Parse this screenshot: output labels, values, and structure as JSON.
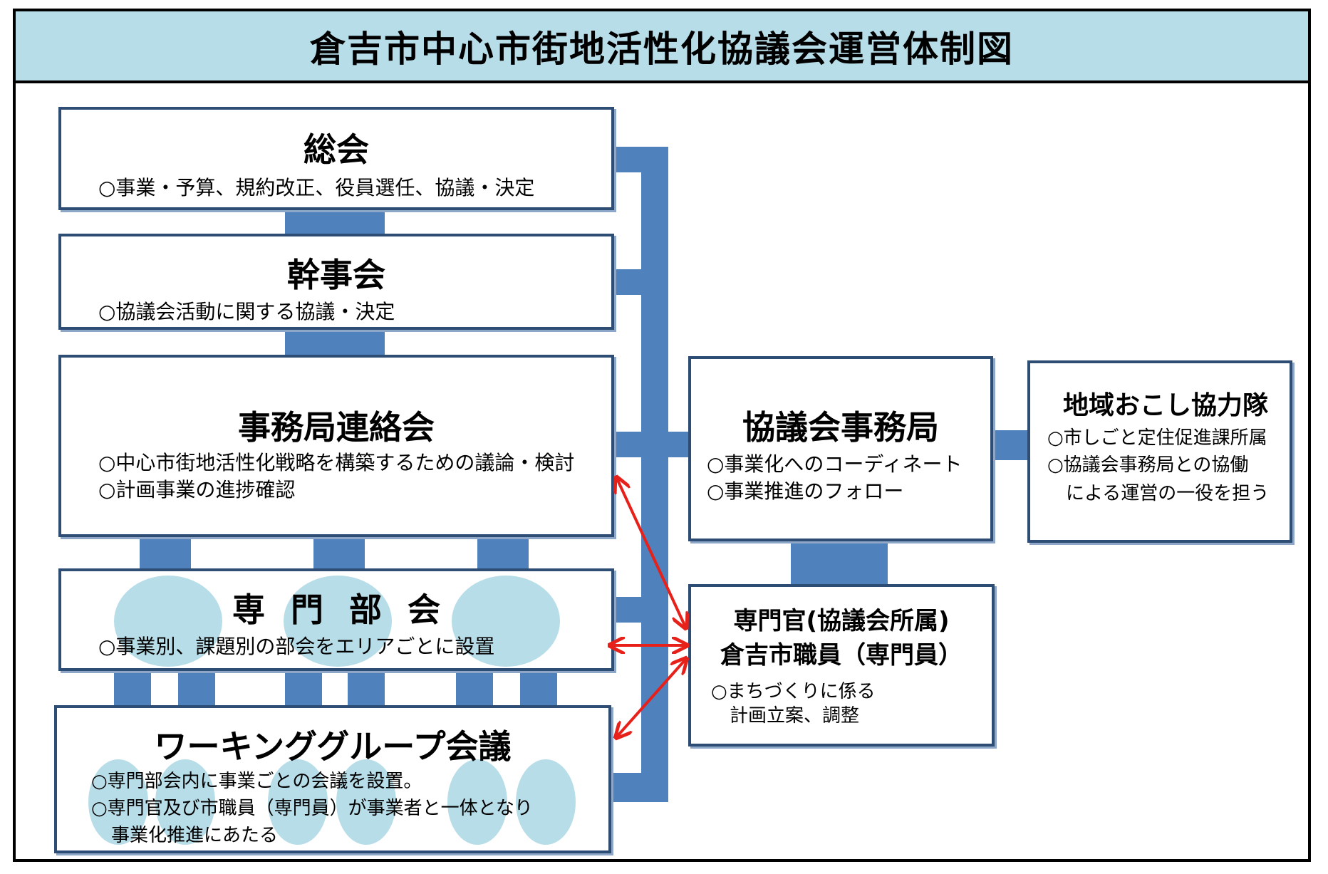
{
  "header": {
    "title": "倉吉市中心市街地活性化協議会運営体制図"
  },
  "general_assembly": {
    "title": "総会",
    "items": [
      "○事業・予算、規約改正、役員選任、協議・決定"
    ]
  },
  "executive_committee": {
    "title": "幹事会",
    "items": [
      "○協議会活動に関する協議・決定"
    ]
  },
  "liaison_meeting": {
    "title": "事務局連絡会",
    "items": [
      "○中心市街地活性化戦略を構築するための議論・検討",
      "○計画事業の進捗確認"
    ]
  },
  "subcommittee": {
    "title": "専 門 部 会",
    "items": [
      "○事業別、課題別の部会をエリアごとに設置"
    ]
  },
  "working_group": {
    "title": "ワーキンググループ会議",
    "items": [
      "○専門部会内に事業ごとの会議を設置。",
      "○専門官及び市職員（専門員）が事業者と一体となり",
      "事業化推進にあたる"
    ]
  },
  "secretariat": {
    "title": "協議会事務局",
    "items": [
      "○事業化へのコーディネート",
      "○事業推進のフォロー"
    ]
  },
  "cooperation_corps": {
    "title": "地域おこし協力隊",
    "items": [
      "○市しごと定住促進課所属",
      "○協議会事務局との協働",
      "による運営の一役を担う"
    ]
  },
  "specialist": {
    "title_line1": "専門官(協議会所属)",
    "title_line2": "倉吉市職員（専門員）",
    "items": [
      "○まちづくりに係る",
      "計画立案、調整"
    ]
  },
  "colors": {
    "connector": "#4f81bd",
    "header_bg": "#b7dde8",
    "ellipse": "#b7dde8",
    "arrow": "#e8201a",
    "box_border": "#2e4d75"
  }
}
